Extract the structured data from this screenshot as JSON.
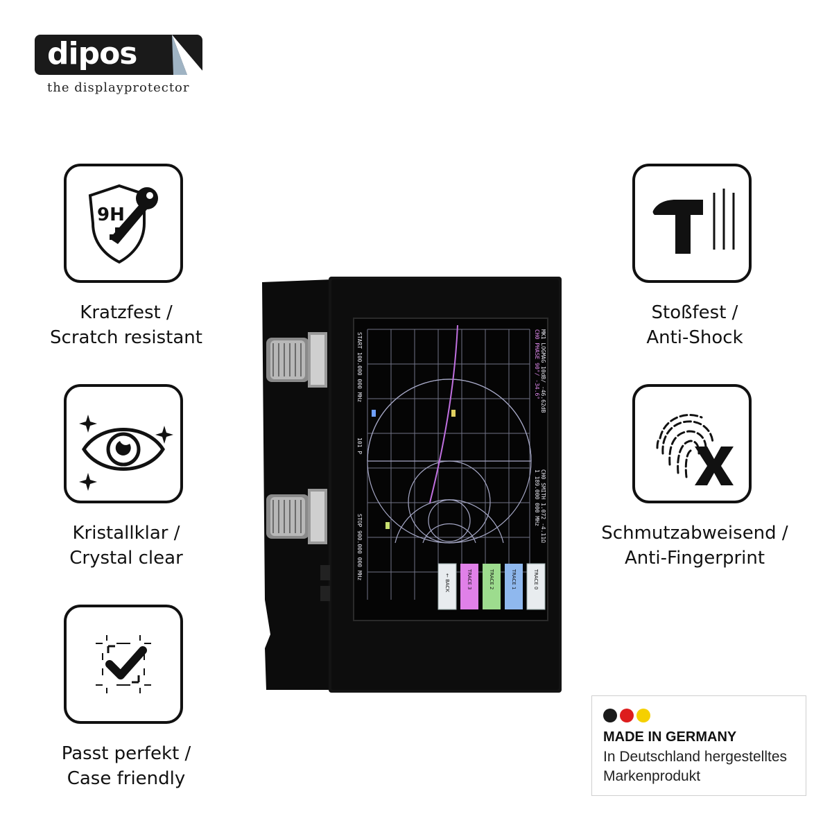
{
  "brand": {
    "name": "dipos",
    "tagline": "the displayprotector"
  },
  "features": [
    {
      "icon": "shield-key-icon",
      "badge": "9H",
      "line1": "Kratzfest /",
      "line2": "Scratch resistant"
    },
    {
      "icon": "eye-icon",
      "line1": "Kristallklar /",
      "line2": "Crystal clear"
    },
    {
      "icon": "checkmark-frame-icon",
      "line1": "Passt perfekt /",
      "line2": "Case friendly"
    },
    {
      "icon": "hammer-icon",
      "line1": "Stoßfest /",
      "line2": "Anti-Shock"
    },
    {
      "icon": "fingerprint-x-icon",
      "line1": "Schmutzabweisend /",
      "line2": "Anti-Fingerprint"
    }
  ],
  "device": {
    "screen_text": {
      "header1": "MK1 LOGMAG 10dB/ -46.62dB",
      "header2": "CH0 PHASE 90°/ -34.6°",
      "header3": "CH0 SMITH 1.072 -4.11Ω",
      "header4": "1 189.000 000 MHz",
      "start": "START 100.000 000 MHz",
      "points": "101 P",
      "stop": "STOP 900.000 000 MHz"
    },
    "menu": [
      "TRACE 0",
      "TRACE 1",
      "TRACE 2",
      "TRACE 3",
      "← BACK"
    ]
  },
  "made_in": {
    "title": "MADE IN GERMANY",
    "line1": "In Deutschland hergestelltes",
    "line2": "Markenprodukt",
    "flag_colors": [
      "#1a1a1a",
      "#dd1d1d",
      "#f5d000"
    ]
  }
}
